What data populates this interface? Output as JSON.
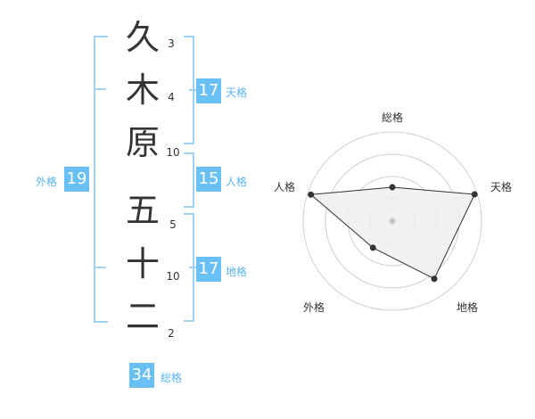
{
  "name": {
    "characters": [
      {
        "char": "久",
        "strokes": "3"
      },
      {
        "char": "木",
        "strokes": "4"
      },
      {
        "char": "原",
        "strokes": "10"
      },
      {
        "char": "五",
        "strokes": "5"
      },
      {
        "char": "十",
        "strokes": "10"
      },
      {
        "char": "二",
        "strokes": "2"
      }
    ]
  },
  "grades": {
    "tenkaku": {
      "value": "17",
      "label": "天格"
    },
    "jinkaku": {
      "value": "15",
      "label": "人格"
    },
    "chikaku": {
      "value": "17",
      "label": "地格"
    },
    "gaikaku": {
      "value": "19",
      "label": "外格"
    },
    "soukaku": {
      "value": "34",
      "label": "総格"
    }
  },
  "chart_data": {
    "type": "radar",
    "axes": [
      "総格",
      "天格",
      "地格",
      "外格",
      "人格"
    ],
    "values": [
      0.38,
      0.97,
      0.8,
      0.37,
      0.96
    ],
    "range": [
      0,
      1
    ],
    "rings": 4,
    "colors": {
      "fill": "#efefef",
      "line": "#333333",
      "grid": "#d0d0d0",
      "point": "#333333",
      "center": "#c8c8c8"
    }
  },
  "colors": {
    "accent": "#68c0f4",
    "bracket": "#9ed1f2",
    "text": "#333333"
  }
}
